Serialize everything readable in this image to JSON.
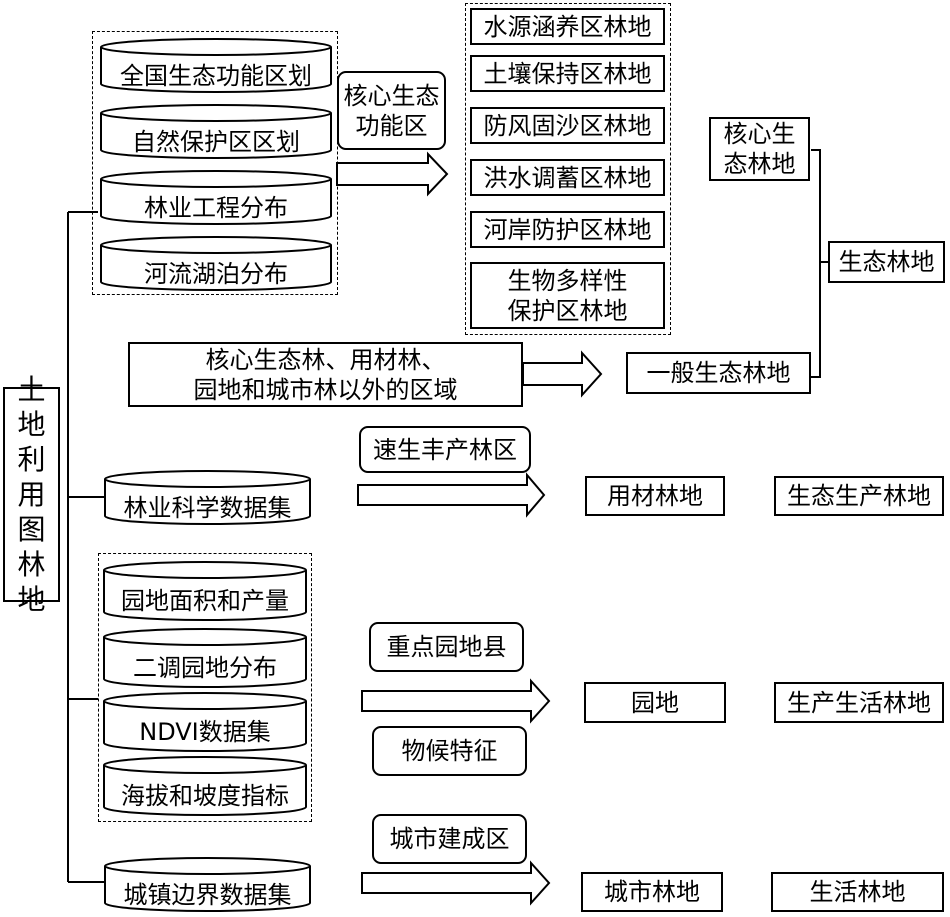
{
  "root": "土\n地\n利\n用\n图\n林\n地",
  "sources": {
    "ecology": [
      "全国生态功能区划",
      "自然保护区区划",
      "林业工程分布",
      "河流湖泊分布"
    ],
    "forestry_science": "林业科学数据集",
    "garden": [
      "园地面积和产量",
      "二调园地分布",
      "NDVI数据集",
      "海拔和坡度指标"
    ],
    "urban": "城镇边界数据集"
  },
  "conditions": {
    "core_function": "核心生态\n功能区",
    "outside_region": "核心生态林、用材林、\n园地和城市林以外的区域",
    "fast_growing": "速生丰产林区",
    "key_garden_county": "重点园地县",
    "phenology": "物候特征",
    "built_up": "城市建成区"
  },
  "core_functions": [
    "水源涵养区林地",
    "土壤保持区林地",
    "防风固沙区林地",
    "洪水调蓄区林地",
    "河岸防护区林地",
    "生物多样性\n保护区林地"
  ],
  "results": {
    "core_eco_forest": "核心生\n态林地",
    "general_eco_forest": "一般生态林地",
    "timber_forest": "用材林地",
    "garden": "园地",
    "urban_forest": "城市林地"
  },
  "categories": {
    "eco_forest": "生态林地",
    "eco_production": "生态生产林地",
    "production_living": "生产生活林地",
    "living": "生活林地"
  }
}
